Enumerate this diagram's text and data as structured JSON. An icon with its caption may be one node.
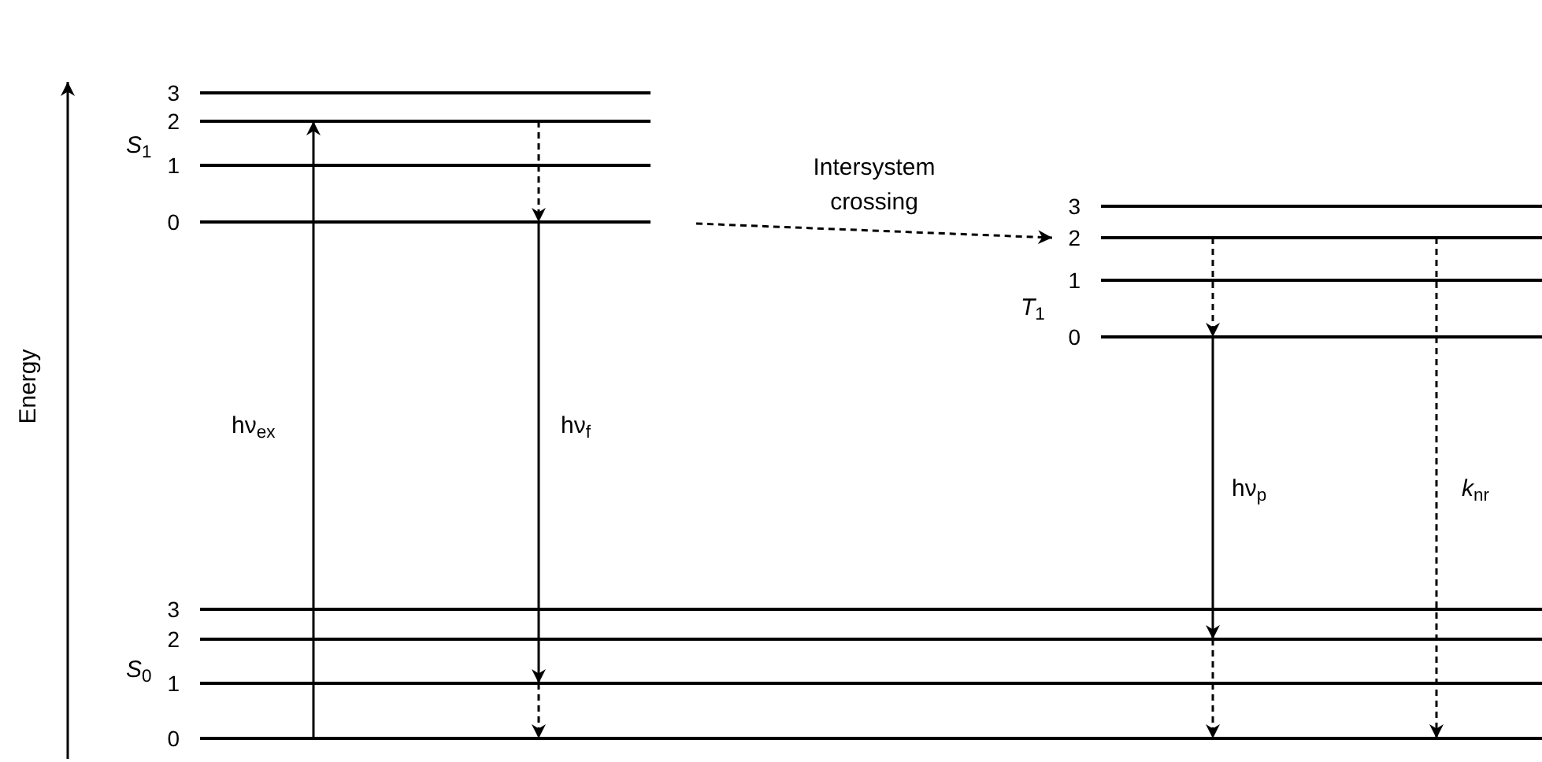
{
  "diagram": {
    "nodes": [
      {
        "text": [
          "3"
        ]
      },
      {
        "text": [
          "2"
        ]
      },
      {
        "text": [
          "1"
        ]
      },
      {
        "text": [
          "0"
        ]
      },
      {
        "text": [
          "3"
        ]
      },
      {
        "text": [
          "2"
        ]
      },
      {
        "text": [
          "1"
        ]
      },
      {
        "text": [
          "0"
        ]
      },
      {
        "text": [
          "3"
        ]
      },
      {
        "text": [
          "2"
        ]
      },
      {
        "text": [
          "1"
        ]
      },
      {
        "text": [
          "0"
        ]
      }
    ],
    "edges": [
      {
        "from": 11,
        "to": 1,
        "arrow": "to",
        "label": "hν$_{ex}$"
      },
      {
        "from": 1,
        "to": 3,
        "arrow": "to",
        "style": "dashed"
      },
      {
        "from": 3,
        "to": 10,
        "arrow": "to",
        "label": "hν$_{f}$"
      },
      {
        "from": 10,
        "to": 11,
        "arrow": "to",
        "style": "dashed"
      },
      {
        "from": 3,
        "to": 5,
        "arrow": "to",
        "style": "dashed",
        "label": "Intersystem crossing"
      },
      {
        "from": 5,
        "to": 7,
        "arrow": "to",
        "style": "dashed"
      },
      {
        "from": 7,
        "to": 9,
        "arrow": "to",
        "label": "hν$_{p}$"
      },
      {
        "from": 9,
        "to": 11,
        "arrow": "to",
        "style": "dashed"
      },
      {
        "from": 5,
        "to": 11,
        "arrow": "to",
        "style": "dashed",
        "label": "*k*$_{nr}$"
      }
    ],
    "labels": [
      "Energy",
      "*S*$_{1}$",
      "*T*$_{1}$",
      "*S*$_{0}$"
    ]
  }
}
